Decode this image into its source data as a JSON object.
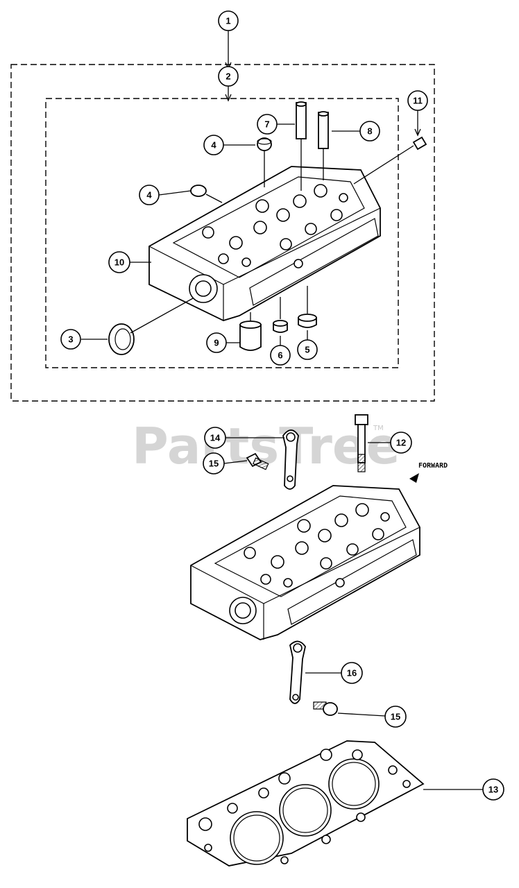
{
  "watermark": {
    "text": "PartsTree",
    "trademark": "TM"
  },
  "direction_label": "FORWARD",
  "callouts": {
    "c1": "1",
    "c2": "2",
    "c3": "3",
    "c4a": "4",
    "c4b": "4",
    "c5": "5",
    "c6": "6",
    "c7": "7",
    "c8": "8",
    "c9": "9",
    "c10": "10",
    "c11": "11",
    "c12": "12",
    "c13": "13",
    "c14": "14",
    "c15a": "15",
    "c15b": "15",
    "c16": "16"
  }
}
